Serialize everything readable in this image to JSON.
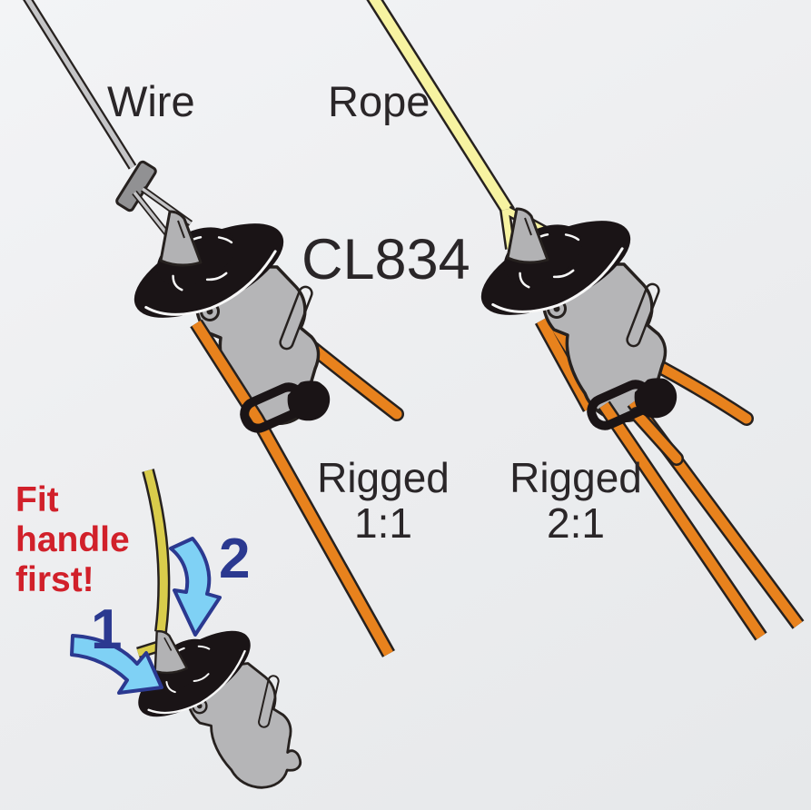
{
  "labels": {
    "wire": "Wire",
    "rope": "Rope",
    "model": "CL834"
  },
  "riggings": [
    {
      "label": "Rigged",
      "ratio": "1:1"
    },
    {
      "label": "Rigged",
      "ratio": "2:1"
    }
  ],
  "instruction": {
    "lines": [
      "Fit",
      "handle",
      "first!"
    ],
    "steps": [
      "1",
      "2"
    ]
  },
  "colors": {
    "background": "#edeff1",
    "outline": "#26211f",
    "handle_grey": "#b5b5b7",
    "cap_black": "#1a1416",
    "rope_orange": "#e8821d",
    "rope_yellow": "#f7f3a1",
    "inset_rope_yellow": "#d9cc4b",
    "wire_grey": "#c5c5c7",
    "instruction_red": "#d1202a",
    "step_blue": "#2b3990",
    "arrow_blue": "#7fd1f5",
    "text": "#2a2628"
  }
}
